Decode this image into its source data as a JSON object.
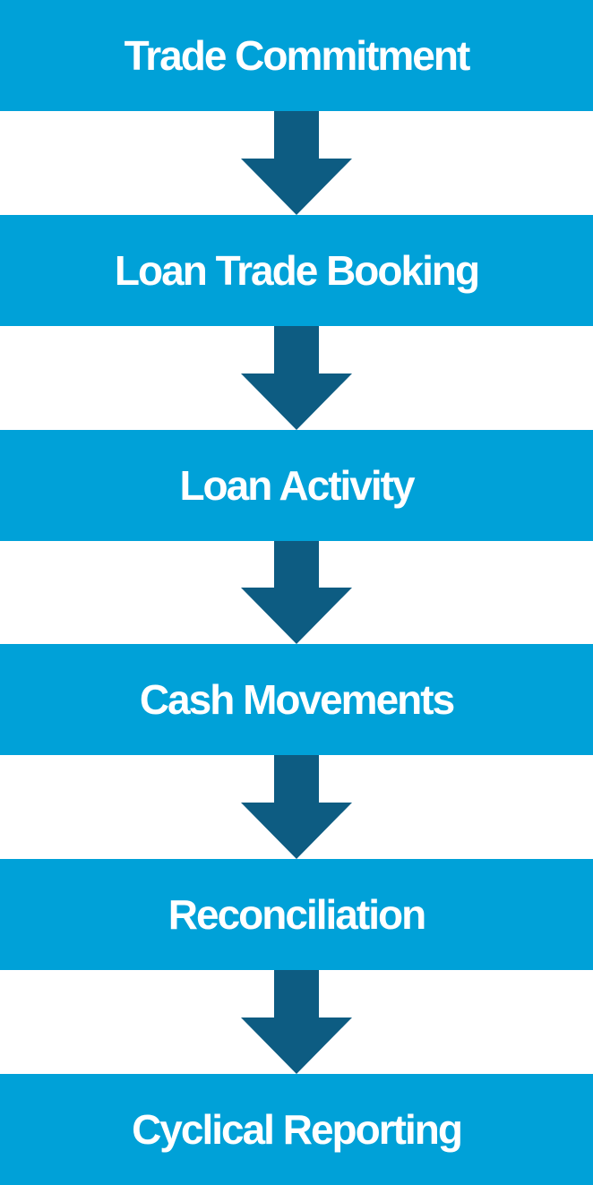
{
  "diagram": {
    "type": "process-flow",
    "direction": "top-to-bottom",
    "stages": [
      {
        "label": "Trade Commitment"
      },
      {
        "label": "Loan Trade Booking"
      },
      {
        "label": "Loan Activity"
      },
      {
        "label": "Cash Movements"
      },
      {
        "label": "Reconciliation"
      },
      {
        "label": "Cyclical Reporting"
      }
    ],
    "connector_icon": "down-arrow",
    "colors": {
      "bar": "#00A1D8",
      "arrow": "#0D5C82",
      "text": "#FFFFFF",
      "background": "#FFFFFF"
    }
  }
}
